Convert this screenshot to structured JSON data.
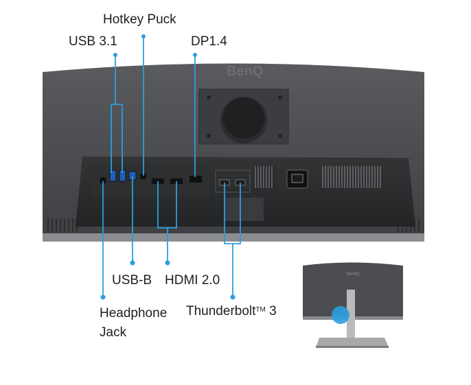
{
  "labels": {
    "hotkey_puck": "Hotkey Puck",
    "usb31": "USB 3.1",
    "dp14": "DP1.4",
    "usbb": "USB-B",
    "hdmi20": "HDMI 2.0",
    "headphone_line1": "Headphone",
    "headphone_line2": "Jack",
    "thunderbolt": "Thunderbolt",
    "thunderbolt_tm": "TM",
    "thunderbolt_num": "3"
  },
  "brand": {
    "logo_main": "BenQ",
    "logo_small": "BenQ"
  },
  "colors": {
    "accent": "#2b9fe0",
    "monitor_body": "#4a4b4e",
    "monitor_dark": "#2a2b2d",
    "stand": "#b8b8ba"
  }
}
